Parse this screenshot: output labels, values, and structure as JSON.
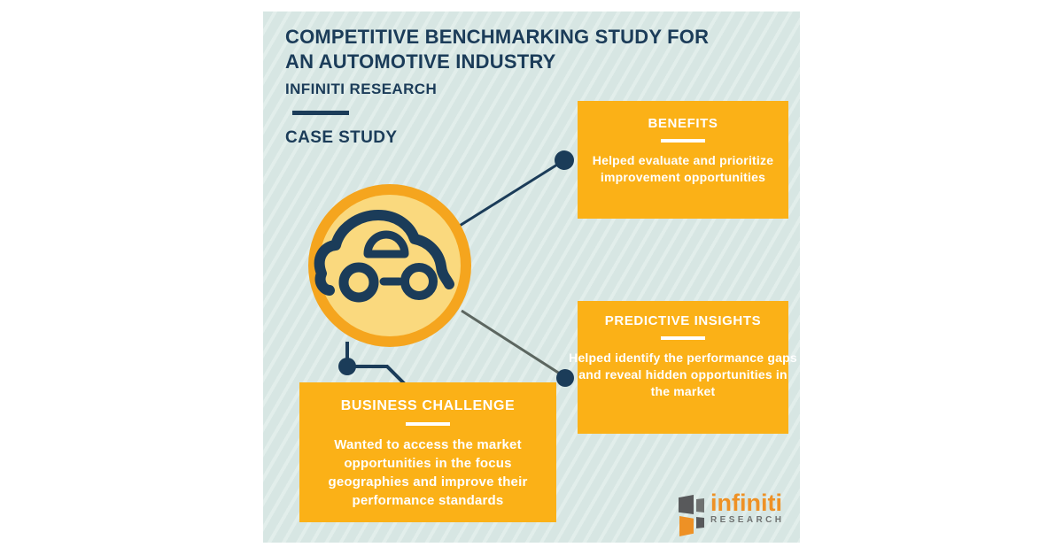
{
  "colors": {
    "background": "#ffffff",
    "panel-bg": "#d7e6e3",
    "panel-stripe": "#e2eeeb",
    "navy": "#1b3c59",
    "orange": "#fbb117",
    "ring-orange": "#f5a51e",
    "circle-fill": "#fad97e",
    "gray-line": "#5c6660",
    "logo-orange": "#ee9125",
    "logo-gray": "#6f7271",
    "logo-darkgray": "#58595b"
  },
  "header": {
    "title": "COMPETITIVE BENCHMARKING STUDY FOR AN AUTOMOTIVE INDUSTRY",
    "subtitle": "INFINITI RESEARCH",
    "case_label": "CASE STUDY"
  },
  "boxes": {
    "benefits": {
      "title": "BENEFITS",
      "body": "Helped evaluate and prioritize improvement opportunities"
    },
    "predictive": {
      "title": "PREDICTIVE INSIGHTS",
      "body": "Helped identify the performance gaps and reveal hidden opportunities in the market"
    },
    "challenge": {
      "title": "BUSINESS CHALLENGE",
      "body": "Wanted to access the market opportunities in the focus geographies and improve their performance standards"
    }
  },
  "logo": {
    "name": "infiniti",
    "tagline": "RESEARCH"
  }
}
